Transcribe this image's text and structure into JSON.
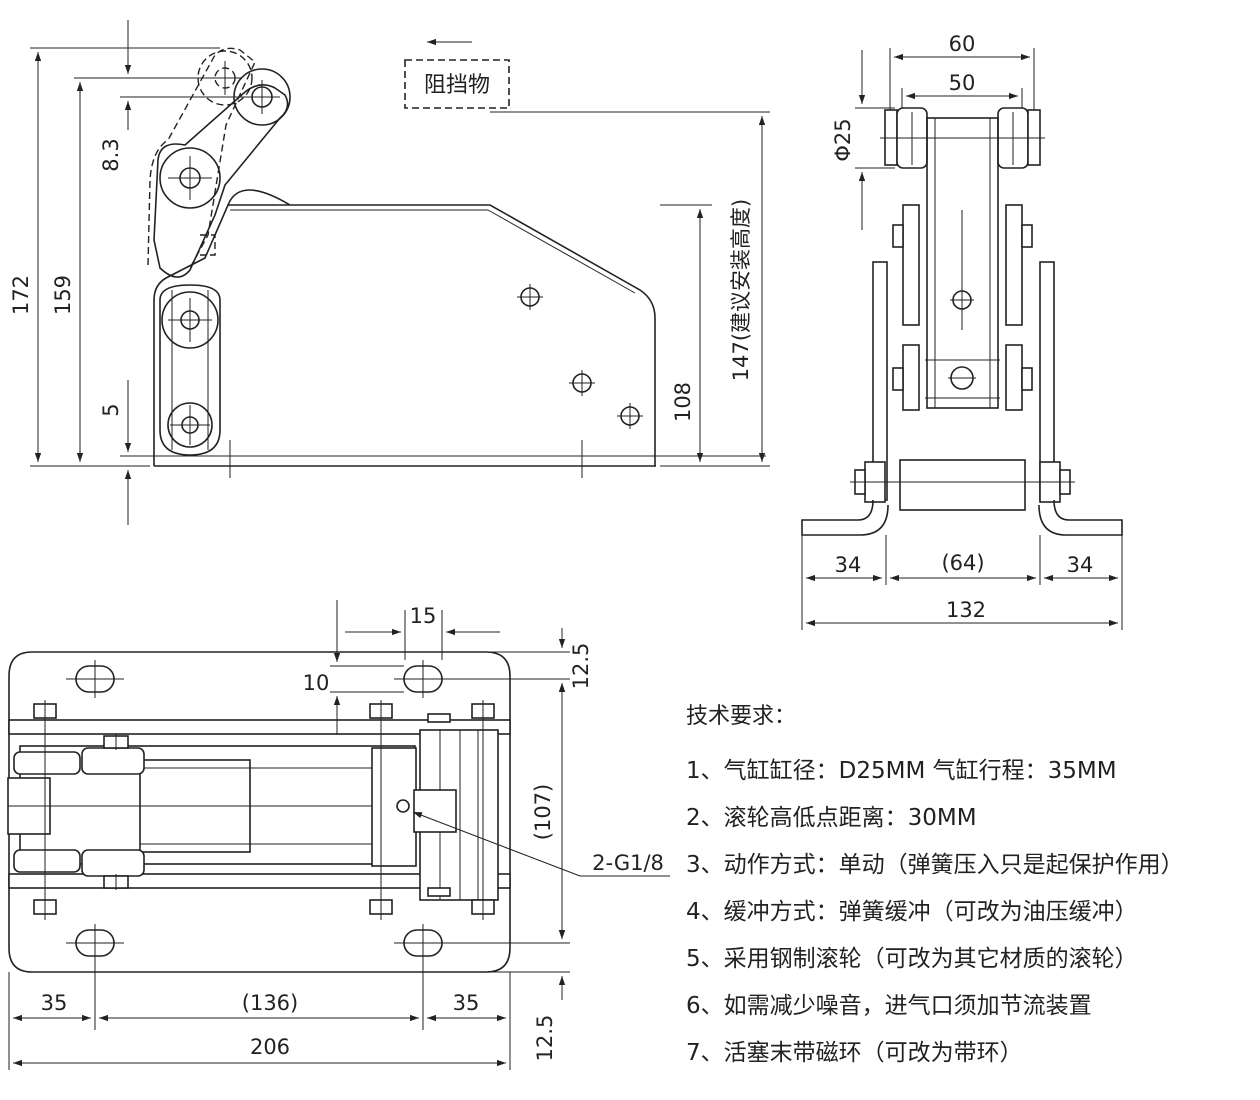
{
  "front_view": {
    "obstacle_label": "阻挡物",
    "dim_172": "172",
    "dim_159": "159",
    "dim_8_3": "8.3",
    "dim_5": "5",
    "dim_108": "108",
    "dim_147": "147(建议安装高度)"
  },
  "side_view": {
    "dim_60": "60",
    "dim_50": "50",
    "dim_phi25": "Φ25",
    "dim_34_left": "34",
    "dim_64": "(64)",
    "dim_34_right": "34",
    "dim_132": "132"
  },
  "top_view": {
    "dim_15": "15",
    "dim_10": "10",
    "dim_12_5_top": "12.5",
    "dim_107": "(107)",
    "port_label": "2-G1/8",
    "dim_35_left": "35",
    "dim_136": "(136)",
    "dim_35_right": "35",
    "dim_206": "206",
    "dim_12_5_bottom": "12.5"
  },
  "notes": {
    "title": "技术要求：",
    "items": [
      "1、气缸缸径：D25MM     气缸行程：35MM",
      "2、滚轮高低点距离：30MM",
      "3、动作方式：单动（弹簧压入只是起保护作用）",
      "4、缓冲方式：弹簧缓冲（可改为油压缓冲）",
      "5、采用钢制滚轮（可改为其它材质的滚轮）",
      "6、如需减少噪音，进气口须加节流装置",
      "7、活塞末带磁环（可改为带环）"
    ]
  }
}
